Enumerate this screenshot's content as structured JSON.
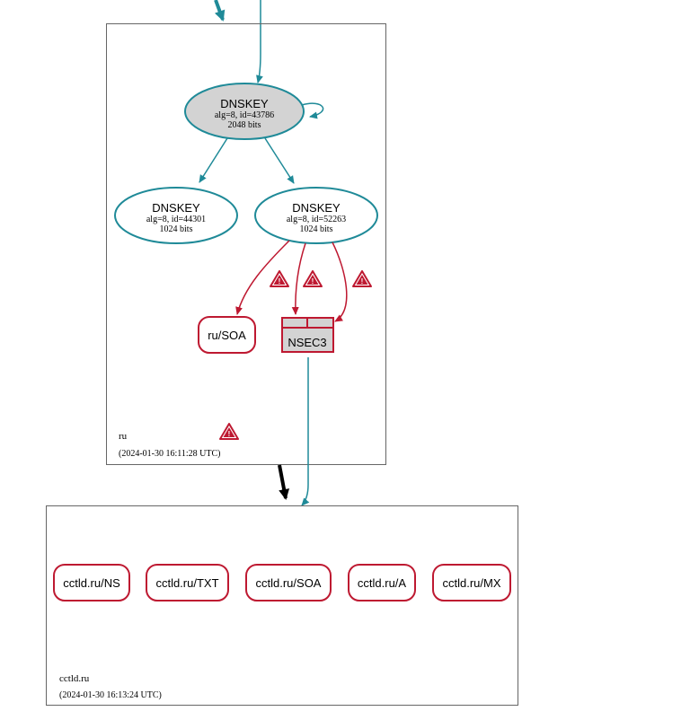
{
  "colors": {
    "secure": "#1f8a98",
    "bogus": "#be1931",
    "delegation": "#000000",
    "dnskey_sep_fill": "#d3d3d3",
    "zone_border": "#666666",
    "warning": "#be1931"
  },
  "zones": [
    {
      "id": "ru",
      "label": "ru",
      "timestamp": "(2024-01-30 16:11:28 UTC)",
      "has_warning": true,
      "nodes": [
        {
          "id": "dnskey-43786",
          "type": "DNSKEY",
          "title": "DNSKEY",
          "line1": "alg=8, id=43786",
          "line2": "2048 bits",
          "sep": true,
          "self_signed": true
        },
        {
          "id": "dnskey-44301",
          "type": "DNSKEY",
          "title": "DNSKEY",
          "line1": "alg=8, id=44301",
          "line2": "1024 bits",
          "sep": false
        },
        {
          "id": "dnskey-52263",
          "type": "DNSKEY",
          "title": "DNSKEY",
          "line1": "alg=8, id=52263",
          "line2": "1024 bits",
          "sep": false
        },
        {
          "id": "ru-soa",
          "type": "RRset",
          "label": "ru/SOA",
          "status": "bogus"
        },
        {
          "id": "ru-nsec3",
          "type": "NSEC3",
          "label": "NSEC3",
          "status": "bogus"
        }
      ]
    },
    {
      "id": "cctld.ru",
      "label": "cctld.ru",
      "timestamp": "(2024-01-30 16:13:24 UTC)",
      "has_warning": false,
      "nodes": [
        {
          "id": "cctld-ns",
          "type": "RRset",
          "label": "cctld.ru/NS",
          "status": "bogus"
        },
        {
          "id": "cctld-txt",
          "type": "RRset",
          "label": "cctld.ru/TXT",
          "status": "bogus"
        },
        {
          "id": "cctld-soa",
          "type": "RRset",
          "label": "cctld.ru/SOA",
          "status": "bogus"
        },
        {
          "id": "cctld-a",
          "type": "RRset",
          "label": "cctld.ru/A",
          "status": "bogus"
        },
        {
          "id": "cctld-mx",
          "type": "RRset",
          "label": "cctld.ru/MX",
          "status": "bogus"
        }
      ]
    }
  ],
  "edges": [
    {
      "from": "parent",
      "to": "dnskey-43786",
      "kind": "DS",
      "status": "secure"
    },
    {
      "from": "dnskey-43786",
      "to": "dnskey-43786",
      "kind": "RRSIG",
      "status": "secure"
    },
    {
      "from": "dnskey-43786",
      "to": "dnskey-44301",
      "kind": "RRSIG",
      "status": "secure"
    },
    {
      "from": "dnskey-43786",
      "to": "dnskey-52263",
      "kind": "RRSIG",
      "status": "secure"
    },
    {
      "from": "dnskey-52263",
      "to": "ru-soa",
      "kind": "RRSIG",
      "status": "bogus",
      "warning": true
    },
    {
      "from": "dnskey-52263",
      "to": "ru-nsec3",
      "kind": "RRSIG",
      "status": "bogus",
      "warning": true
    },
    {
      "from": "dnskey-52263",
      "to": "ru-nsec3",
      "kind": "RRSIG",
      "status": "bogus",
      "warning": true
    },
    {
      "from": "ru-nsec3",
      "to": "cctld.ru",
      "kind": "NSEC3-proof",
      "status": "secure"
    },
    {
      "from": "ru",
      "to": "cctld.ru",
      "kind": "delegation",
      "status": "insecure"
    }
  ],
  "warning_glyph": "!"
}
